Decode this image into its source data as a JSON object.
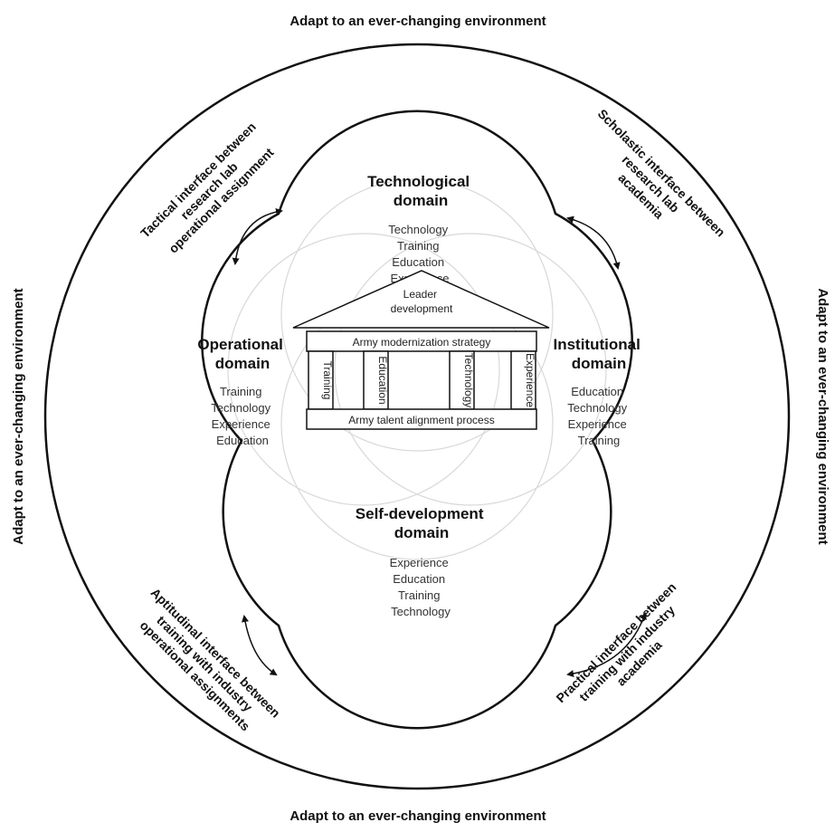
{
  "environment_label": "Adapt to an ever-changing environment",
  "domains": {
    "technological": {
      "title_line1": "Technological",
      "title_line2": "domain",
      "items": [
        "Technology",
        "Training",
        "Education",
        "Experience"
      ]
    },
    "operational": {
      "title_line1": "Operational",
      "title_line2": "domain",
      "items": [
        "Training",
        "Technology",
        "Experience",
        "Education"
      ]
    },
    "institutional": {
      "title_line1": "Institutional",
      "title_line2": "domain",
      "items": [
        "Education",
        "Technology",
        "Experience",
        "Training"
      ]
    },
    "self_development": {
      "title_line1": "Self-development",
      "title_line2": "domain",
      "items": [
        "Experience",
        "Education",
        "Training",
        "Technology"
      ]
    }
  },
  "building": {
    "roof_line1": "Leader",
    "roof_line2": "development",
    "lintel": "Army modernization strategy",
    "pillars": [
      "Training",
      "Education",
      "Technology",
      "Experience"
    ],
    "base": "Army talent alignment process"
  },
  "interfaces": {
    "tactical": [
      "Tactical interface between",
      "research lab",
      "operational assignment"
    ],
    "scholastic": [
      "Scholastic interface between",
      "research lab",
      "academia"
    ],
    "aptitudinal": [
      "Aptitudinal interface between",
      "training with industry",
      "operational assignments"
    ],
    "practical": [
      "Practical interface between",
      "training with industry",
      "academia"
    ]
  }
}
